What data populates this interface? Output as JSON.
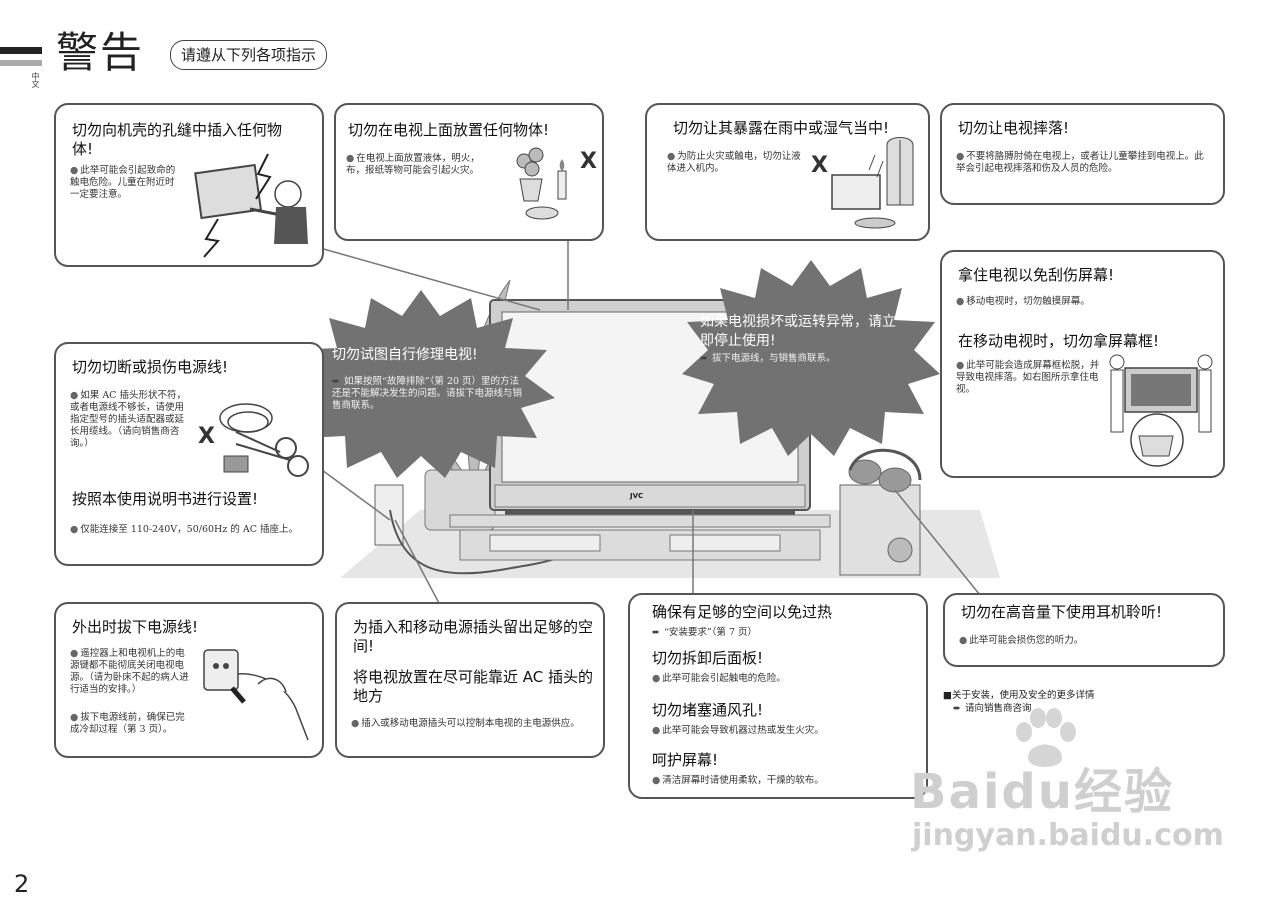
{
  "header": {
    "title": "警告",
    "subtitle": "请遵从下列各项指示",
    "side_label": "中文"
  },
  "page_number": "2",
  "tv_brand": "JVC",
  "boxes": {
    "insert": {
      "title": "切勿向机壳的孔缝中插入任何物体!",
      "text": "此举可能会引起致命的触电危险。儿童在附近时一定要注意。"
    },
    "top_object": {
      "title": "切勿在电视上面放置任何物体!",
      "text": "在电视上面放置液体，明火，布，报纸等物可能会引起火灾。"
    },
    "rain": {
      "title": "切勿让其暴露在雨中或湿气当中!",
      "text": "为防止火灾或触电，切勿让液体进入机内。"
    },
    "drop": {
      "title": "切勿让电视摔落!",
      "text": "不要将胳膊肘倚在电视上，或者让儿童攀挂到电视上。此举会引起电视摔落和伤及人员的危险。"
    },
    "hold": {
      "title": "拿住电视以免刮伤屏幕!",
      "text": "移动电视时，切勿触摸屏幕。",
      "title2": "在移动电视时，切勿拿屏幕框!",
      "text2": "此举可能会造成屏幕框松脱，并导致电视摔落。如右图所示拿住电视。"
    },
    "cord": {
      "title": "切勿切断或损伤电源线!",
      "text": "如果 AC 插头形状不符，或者电源线不够长，请使用指定型号的插头适配器或延长用缆线。（请向销售商咨询。）",
      "title2": "按照本使用说明书进行设置!",
      "text2": "仅能连接至 110-240V，50/60Hz 的 AC 插座上。"
    },
    "repair": {
      "title": "切勿试图自行修理电视!",
      "text": "如果按照“故障排除”（第 20 页）里的方法还是不能解决发生的问题。请拔下电源线与销售商联系。"
    },
    "damage": {
      "title": "如果电视损坏或运转异常，请立即停止使用!",
      "text": "拔下电源线，与销售商联系。"
    },
    "unplug": {
      "title": "外出时拔下电源线!",
      "text": "遥控器上和电视机上的电源键都不能彻底关闭电视电源。（请为卧床不起的病人进行适当的安排。）",
      "text2": "拔下电源线前，确保已完成冷却过程（第 3 页）。"
    },
    "space_plug": {
      "title": "为插入和移动电源插头留出足够的空间!",
      "title2": "将电视放置在尽可能靠近 AC 插头的地方",
      "text": "插入或移动电源插头可以控制本电视的主电源供应。"
    },
    "heat": {
      "title": "确保有足够的空间以免过热",
      "ref": "“安装要求”（第 7 页）",
      "title2": "切勿拆卸后面板!",
      "text2": "此举可能会引起触电的危险。",
      "title3": "切勿堵塞通风孔!",
      "text3": "此举可能会导致机器过热或发生火灾。",
      "title4": "呵护屏幕!",
      "text4": "清洁屏幕时请使用柔软，干燥的软布。"
    },
    "headphone": {
      "title": "切勿在高音量下使用耳机聆听!",
      "text": "此举可能会损伤您的听力。"
    }
  },
  "footnote": {
    "line1": "■关于安装，使用及安全的更多详情",
    "line2": "请向销售商咨询"
  },
  "watermark": {
    "main": "Baidu经验",
    "url": "jingyan.baidu.com"
  },
  "x_mark": "X"
}
